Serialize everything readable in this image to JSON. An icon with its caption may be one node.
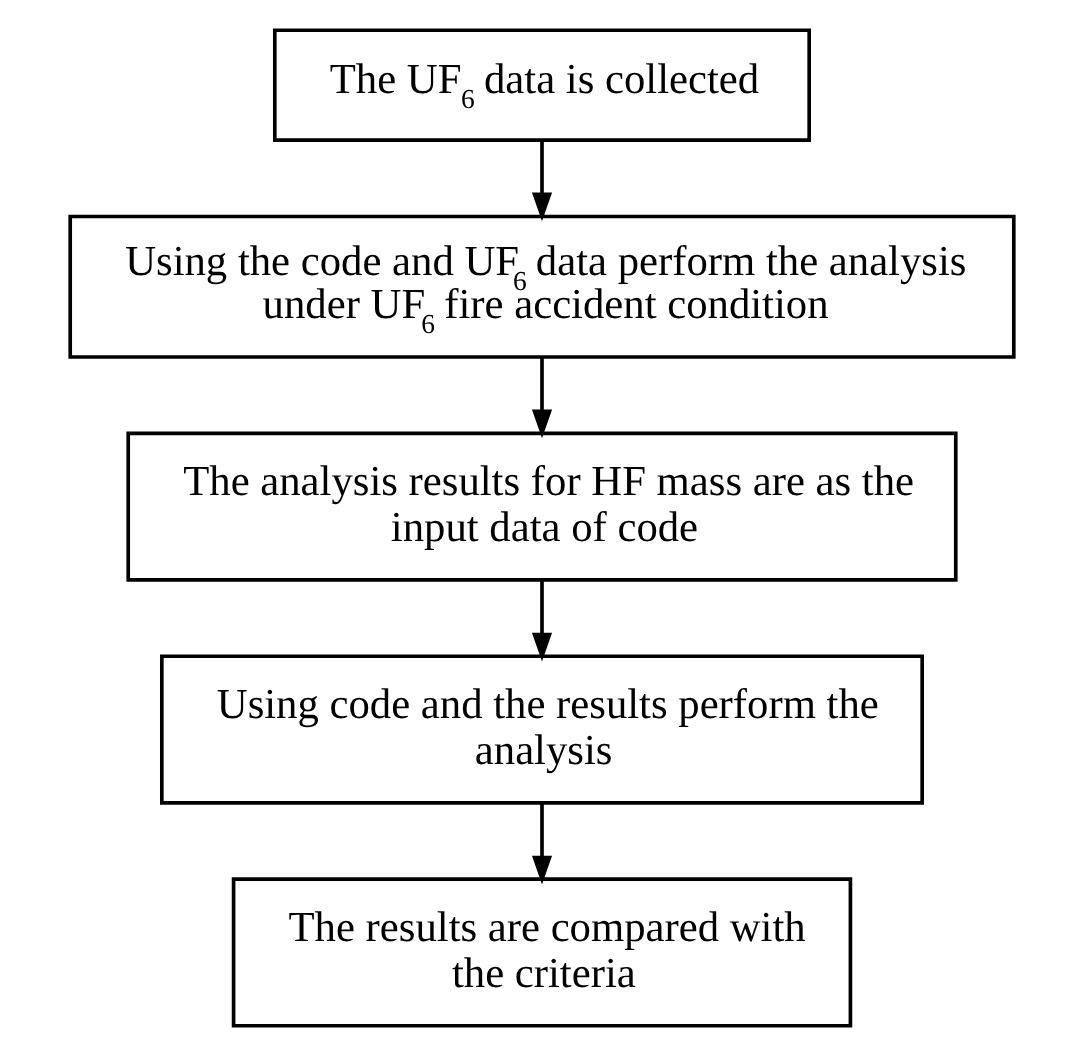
{
  "diagram": {
    "nodes": [
      {
        "text": [
          "The UF$_{6}$ data is collected"
        ]
      },
      {
        "text": [
          "Using the code and UF$_{6}$ data perform the analysis under UF$_{6}$ fire accident condition"
        ]
      },
      {
        "text": [
          "The analysis results for HF mass are as the input data of code"
        ]
      },
      {
        "text": [
          "Using code and the results perform the analysis"
        ]
      },
      {
        "text": [
          "The results are compared with the criteria"
        ]
      }
    ],
    "edges": [
      {
        "from": 0,
        "to": 1,
        "arrow": "to"
      },
      {
        "from": 1,
        "to": 2,
        "arrow": "to"
      },
      {
        "from": 2,
        "to": 3,
        "arrow": "to"
      },
      {
        "from": 3,
        "to": 4,
        "arrow": "to"
      }
    ]
  }
}
